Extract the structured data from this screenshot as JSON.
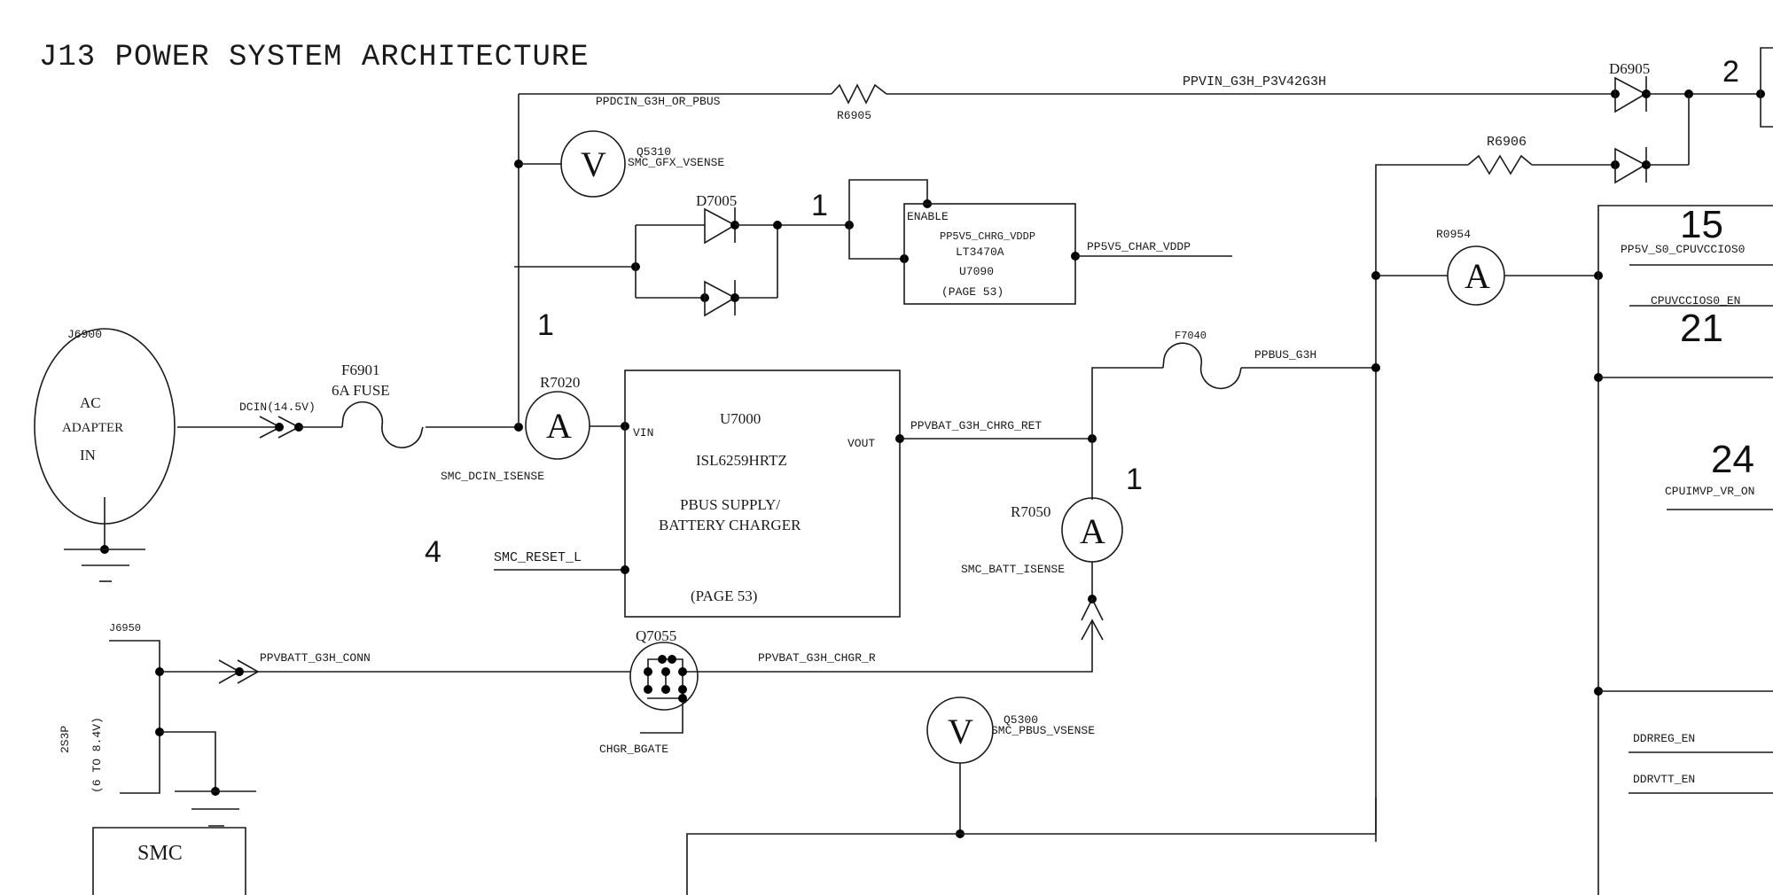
{
  "title": "J13 POWER SYSTEM ARCHITECTURE",
  "connectors": {
    "ac_adapter": {
      "ref": "J6900",
      "lines": [
        "AC",
        "ADAPTER",
        "IN"
      ]
    },
    "battery": {
      "ref": "J6950",
      "config": "2S3P",
      "range": "(6 TO 8.4V)"
    }
  },
  "nets": {
    "dcin": "DCIN(14.5V)",
    "ppdcin": "PPDCIN_G3H_OR_PBUS",
    "ppvin": "PPVIN_G3H_P3V42G3H",
    "pp5v5_char": "PP5V5_CHAR_VDDP",
    "ppvbat_chrg_ret": "PPVBAT_G3H_CHRG_RET",
    "ppbus": "PPBUS_G3H",
    "ppvbatt_conn": "PPVBATT_G3H_CONN",
    "ppvbat_chgr_r": "PPVBAT_G3H_CHGR_R",
    "smc_reset": "SMC_RESET_L",
    "chgr_bgate": "CHGR_BGATE",
    "pp5v_s0": "PP5V_S0_CPUVCCIOS0",
    "cpuvccios0_en": "CPUVCCIOS0_EN",
    "cpuimvp": "CPUIMVP_VR_ON",
    "ddrreg_en": "DDRREG_EN",
    "ddrvtt_en": "DDRVTT_EN"
  },
  "components": {
    "f6901": {
      "ref": "F6901",
      "desc": "6A FUSE"
    },
    "f7040": {
      "ref": "F7040"
    },
    "r6905": {
      "ref": "R6905"
    },
    "r6906": {
      "ref": "R6906"
    },
    "d6905": {
      "ref": "D6905"
    },
    "d7005": {
      "ref": "D7005"
    },
    "q7055": {
      "ref": "Q7055"
    },
    "r7020": {
      "ref": "R7020",
      "symbol": "A",
      "sense": "SMC_DCIN_ISENSE"
    },
    "r7050": {
      "ref": "R7050",
      "symbol": "A",
      "sense": "SMC_BATT_ISENSE"
    },
    "r0954": {
      "ref": "R0954",
      "symbol": "A"
    },
    "q5310": {
      "ref": "Q5310",
      "symbol": "V",
      "sense": "SMC_GFX_VSENSE"
    },
    "q5300": {
      "ref": "Q5300",
      "symbol": "V",
      "sense": "SMC_PBUS_VSENSE"
    },
    "u7090": {
      "enable": "ENABLE",
      "net": "PP5V5_CHRG_VDDP",
      "part": "LT3470A",
      "ref": "U7090",
      "page": "(PAGE 53)"
    },
    "u7000": {
      "ref": "U7000",
      "part": "ISL6259HRTZ",
      "desc1": "PBUS SUPPLY/",
      "desc2": "BATTERY CHARGER",
      "page": "(PAGE 53)",
      "pin_vin": "VIN",
      "pin_vout": "VOUT"
    },
    "smc": {
      "label": "SMC"
    }
  },
  "step_numbers": {
    "s1_top": "1",
    "s1_left": "1",
    "s1_right": "1",
    "s2": "2",
    "s4": "4",
    "s15": "15",
    "s21": "21",
    "s24": "24"
  }
}
